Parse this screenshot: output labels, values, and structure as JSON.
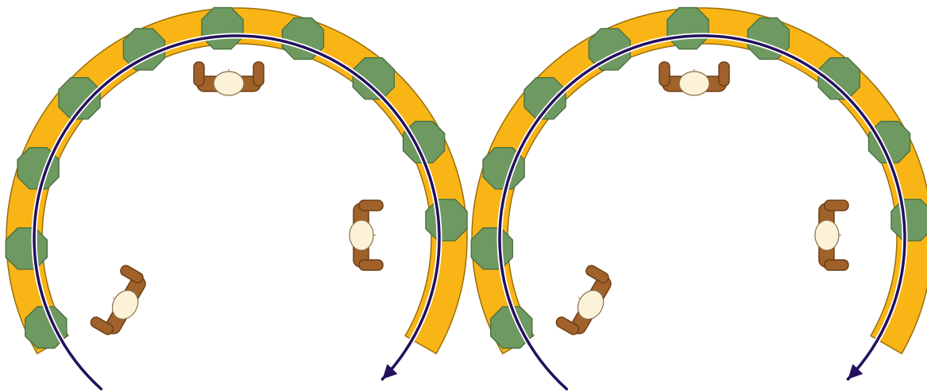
{
  "diagram": {
    "tracks": [
      {
        "name": "left",
        "station_count": 10,
        "flow_direction": "clockwise",
        "operator_count": 3
      },
      {
        "name": "right",
        "station_count": 10,
        "flow_direction": "clockwise",
        "operator_count": 3
      }
    ],
    "colors": {
      "track_fill": "#F9B515",
      "track_edge": "#9A6E0A",
      "station_fill": "#6E9A62",
      "station_edge": "#4E7444",
      "flow_arrow": "#24105C",
      "flow_arrow_highlight": "#FFFFFF",
      "operator_body": "#A0622A",
      "operator_body_edge": "#6B3E14",
      "operator_head": "#FBF2D8",
      "background": "#FFFFFF"
    },
    "icons": {
      "station": "octagon-workstation-icon",
      "operator": "operator-top-view-icon",
      "flow": "flow-direction-arrow-icon"
    }
  }
}
